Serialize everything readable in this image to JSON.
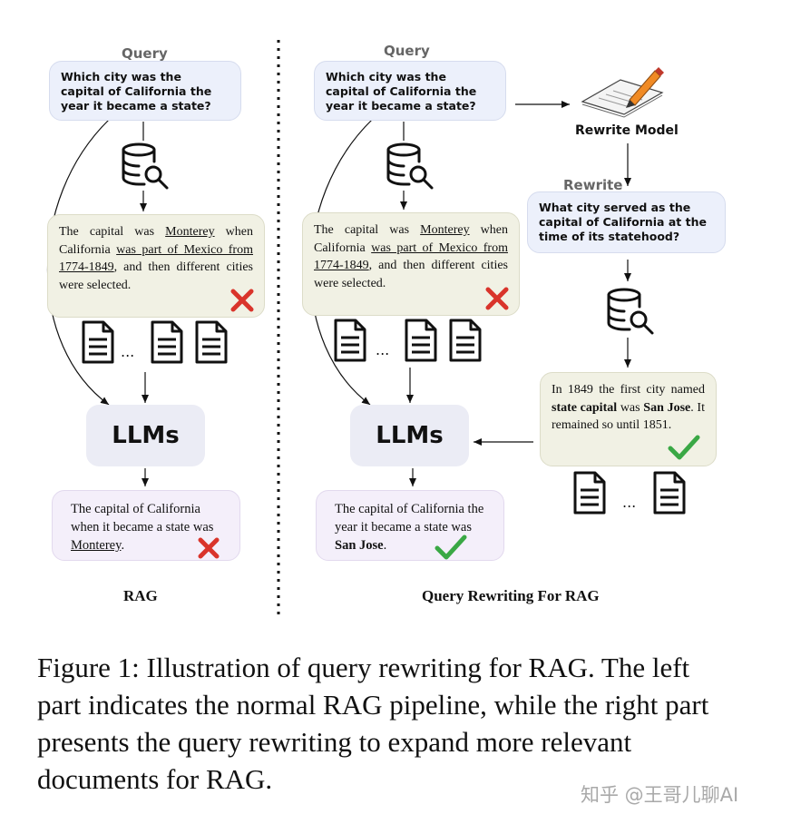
{
  "left": {
    "query_label": "Query",
    "query_lines": [
      "Which city was the",
      "capital of California the",
      "year it became a state?"
    ],
    "retrieved_pre": "The capital was ",
    "retrieved_u1": "Monterey",
    "retrieved_mid": " when California ",
    "retrieved_u2": "was part of Mexico from 1774-1849",
    "retrieved_post": ", and then different cities were selected.",
    "llm_label": "LLMs",
    "answer_pre": "The capital of California when it became a state was ",
    "answer_u": "Monterey",
    "answer_post": ".",
    "title": "RAG"
  },
  "right": {
    "query_label": "Query",
    "query_lines": [
      "Which city was the",
      "capital of California the",
      "year it became a state?"
    ],
    "rewrite_model_label": "Rewrite Model",
    "rewrite_label": "Rewrite",
    "rewrite_lines": [
      "What city served as the",
      "capital of California at the",
      "time of its statehood?"
    ],
    "retrieved_pre": "The capital was ",
    "retrieved_u1": "Monterey",
    "retrieved_mid": " when California ",
    "retrieved_u2": "was part of Mexico from 1774-1849",
    "retrieved_post": ", and then different cities were selected.",
    "new_doc_1": "In 1849 the first city named ",
    "new_doc_b1": "state capital",
    "new_doc_2": " was ",
    "new_doc_b2": "San Jose",
    "new_doc_3": ". It remained so until 1851.",
    "llm_label": "LLMs",
    "answer_pre": "The capital of California the year it became a state was ",
    "answer_b": "San Jose",
    "answer_post": ".",
    "title": "Query Rewriting For RAG"
  },
  "ellipsis": "...",
  "caption": "Figure 1: Illustration of query rewriting for RAG. The left part indicates the normal RAG pipeline, while the right part presents the query rewriting to expand more relevant documents for RAG.",
  "watermark": "知乎 @王哥儿聊AI",
  "colors": {
    "wrong": "#d9342b",
    "correct": "#3aa845",
    "query_bg": "#ecf0fb",
    "doc_bg": "#f1f1e4",
    "answer_bg": "#f4effa",
    "llm_bg": "#ebecf5"
  }
}
